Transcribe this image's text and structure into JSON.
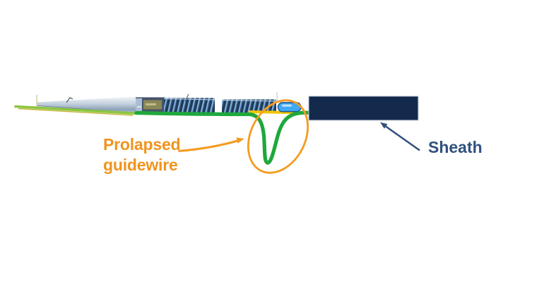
{
  "labels": {
    "prolapsed_line1": "Prolapsed",
    "prolapsed_line2": "guidewire",
    "sheath": "Sheath"
  },
  "icons": {
    "orange_arrow": "arrow pointing to circled prolapsed guidewire loop",
    "navy_arrow": "arrow pointing to sheath",
    "highlight_ellipse": "orange ellipse circling prolapsed guidewire"
  },
  "colors": {
    "orange": "#F59B20",
    "label_orange": "#F0941F",
    "navy_sheath": "#132A4D",
    "label_navy": "#31517E",
    "green": "#1EA83C",
    "lime": "#8CC63F",
    "yellow": "#F2C402",
    "capsule_blue": "#3FA9F5",
    "coil_dark": "#203A58",
    "coil_stripe": "#7FB2DF"
  }
}
